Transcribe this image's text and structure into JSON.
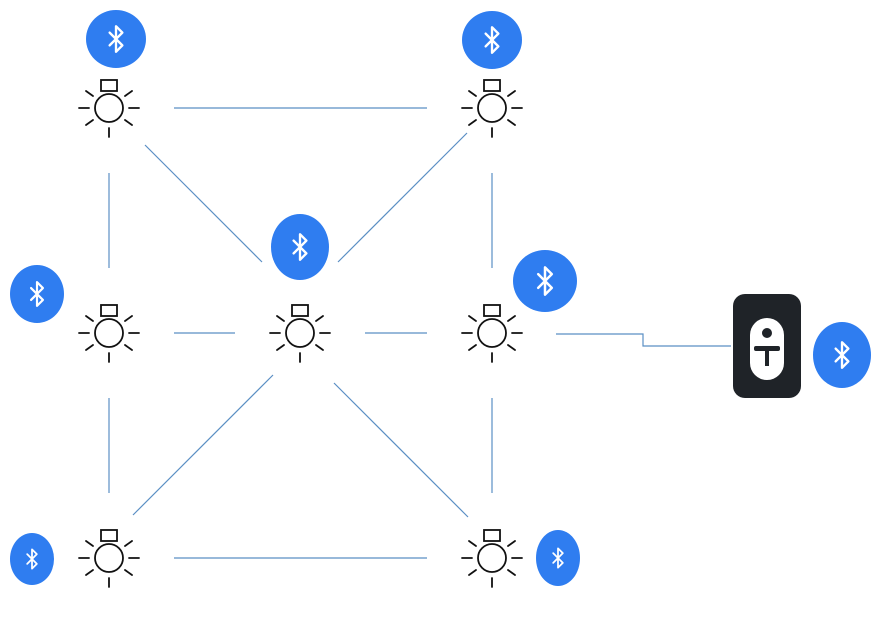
{
  "colors": {
    "background": "#ffffff",
    "link": "#5b8fc4",
    "bulb_stroke": "#111111",
    "bluetooth_fill": "#2f7df0",
    "bluetooth_glyph": "#ffffff",
    "remote_body": "#1f2328",
    "remote_face": "#ffffff"
  },
  "nodes": [
    {
      "id": "bulb-top-left",
      "icon": "light-bulb-icon"
    },
    {
      "id": "bulb-top-right",
      "icon": "light-bulb-icon"
    },
    {
      "id": "bulb-mid-left",
      "icon": "light-bulb-icon"
    },
    {
      "id": "bulb-center",
      "icon": "light-bulb-icon"
    },
    {
      "id": "bulb-mid-right",
      "icon": "light-bulb-icon"
    },
    {
      "id": "bulb-bottom-left",
      "icon": "light-bulb-icon"
    },
    {
      "id": "bulb-bottom-right",
      "icon": "light-bulb-icon"
    },
    {
      "id": "remote-switch",
      "icon": "remote-control-icon"
    }
  ],
  "bluetooth_badges": [
    {
      "id": "bt-top-left",
      "icon": "bluetooth-icon"
    },
    {
      "id": "bt-top-right",
      "icon": "bluetooth-icon"
    },
    {
      "id": "bt-center",
      "icon": "bluetooth-icon"
    },
    {
      "id": "bt-mid-left",
      "icon": "bluetooth-icon"
    },
    {
      "id": "bt-mid-right",
      "icon": "bluetooth-icon"
    },
    {
      "id": "bt-remote",
      "icon": "bluetooth-icon"
    },
    {
      "id": "bt-bottom-left",
      "icon": "bluetooth-icon"
    },
    {
      "id": "bt-bottom-right",
      "icon": "bluetooth-icon"
    }
  ],
  "links": [
    [
      "bulb-top-left",
      "bulb-top-right"
    ],
    [
      "bulb-top-left",
      "bulb-mid-left"
    ],
    [
      "bulb-top-left",
      "bulb-center"
    ],
    [
      "bulb-top-right",
      "bulb-center"
    ],
    [
      "bulb-top-right",
      "bulb-mid-right"
    ],
    [
      "bulb-mid-left",
      "bulb-center"
    ],
    [
      "bulb-center",
      "bulb-mid-right"
    ],
    [
      "bulb-mid-left",
      "bulb-bottom-left"
    ],
    [
      "bulb-center",
      "bulb-bottom-left"
    ],
    [
      "bulb-center",
      "bulb-bottom-right"
    ],
    [
      "bulb-mid-right",
      "bulb-bottom-right"
    ],
    [
      "bulb-bottom-left",
      "bulb-bottom-right"
    ],
    [
      "bulb-mid-right",
      "remote-switch"
    ]
  ]
}
